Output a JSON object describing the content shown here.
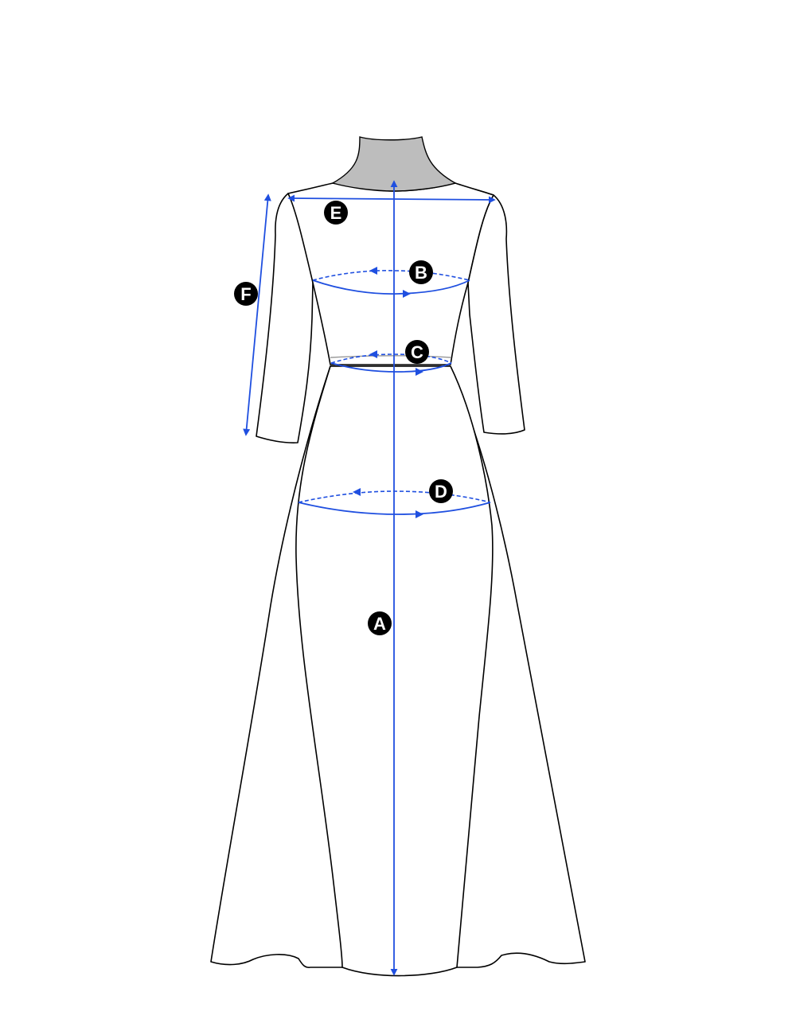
{
  "diagram": {
    "accent_color": "#1f4fe0",
    "outline_color": "#000000",
    "neck_color": "#bdbdbd",
    "labels": {
      "length": "A",
      "bust": "B",
      "waist": "C",
      "hip": "D",
      "shoulder": "E",
      "sleeve": "F"
    }
  }
}
